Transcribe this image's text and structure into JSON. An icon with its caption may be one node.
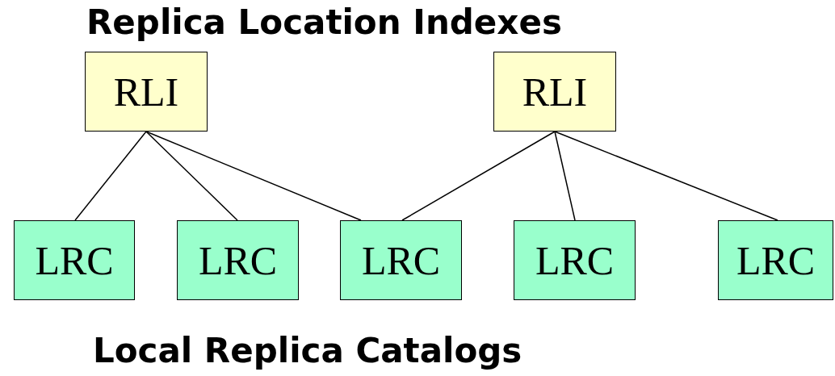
{
  "diagram": {
    "title": "Replica Location Indexes",
    "caption": "Local Replica Catalogs",
    "nodes": [
      {
        "text": [
          "RLI"
        ]
      },
      {
        "text": [
          "RLI"
        ]
      },
      {
        "text": [
          "LRC"
        ]
      },
      {
        "text": [
          "LRC"
        ]
      },
      {
        "text": [
          "LRC"
        ]
      },
      {
        "text": [
          "LRC"
        ]
      },
      {
        "text": [
          "LRC"
        ]
      }
    ],
    "edges": [
      {
        "from": 0,
        "to": 2,
        "arrow": "none"
      },
      {
        "from": 0,
        "to": 3,
        "arrow": "none"
      },
      {
        "from": 0,
        "to": 4,
        "arrow": "none"
      },
      {
        "from": 1,
        "to": 4,
        "arrow": "none"
      },
      {
        "from": 1,
        "to": 5,
        "arrow": "none"
      },
      {
        "from": 1,
        "to": 6,
        "arrow": "none"
      }
    ]
  }
}
